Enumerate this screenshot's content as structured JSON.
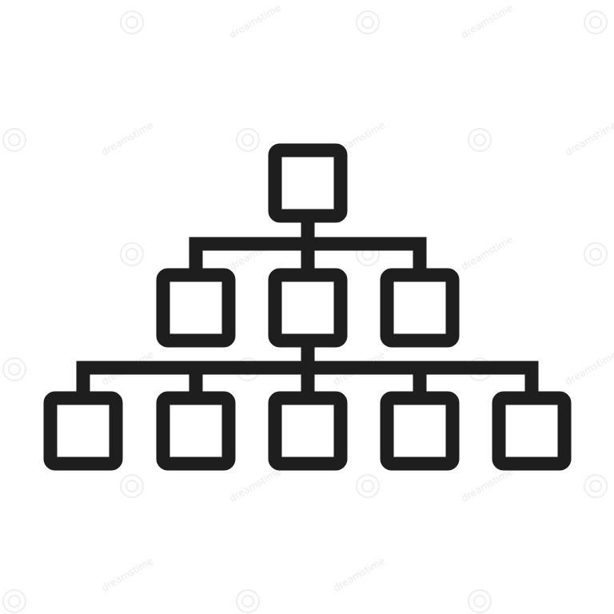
{
  "diagram": {
    "type": "organization-chart-icon",
    "stroke_color": "#1e1e1e",
    "background_color": "#ffffff",
    "levels": [
      {
        "level": 1,
        "node_count": 1
      },
      {
        "level": 2,
        "node_count": 3
      },
      {
        "level": 3,
        "node_count": 5
      }
    ]
  },
  "watermark": {
    "text": "dreamstime",
    "color": "#e9e9e9"
  }
}
